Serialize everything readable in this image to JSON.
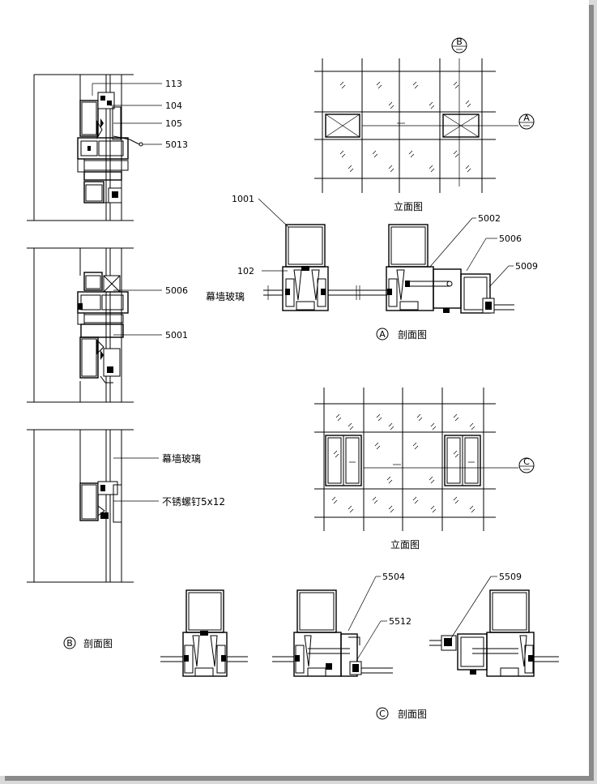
{
  "labels": {
    "b_113": "113",
    "b_104": "104",
    "b_105": "105",
    "b_5013": "5013",
    "b_5006": "5006",
    "b_5001": "5001",
    "b_glass": "幕墙玻璃",
    "b_screw": "不锈螺钉5x12",
    "a_1001": "1001",
    "a_102": "102",
    "a_glass": "幕墙玻璃",
    "a_5002": "5002",
    "a_5006": "5006",
    "a_5009": "5009",
    "c_5504": "5504",
    "c_5512": "5512",
    "c_5509": "5509"
  },
  "markers": {
    "a": "A",
    "b": "B",
    "c": "C"
  },
  "captions": {
    "elev_top": "立面图",
    "elev_bottom": "立面图",
    "section_a": "剖面图",
    "section_b": "剖面图",
    "section_c": "剖面图"
  }
}
